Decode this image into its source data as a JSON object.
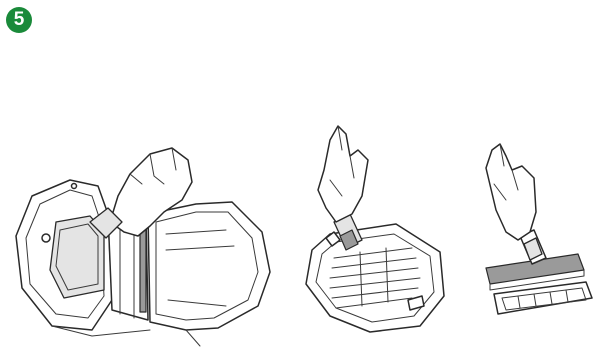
{
  "step": {
    "number": "5",
    "badge_color": "#1a8a3a"
  },
  "panels": [
    {
      "id": "remove-dustbin-filter",
      "icon": "robot-dustbin-open-icon"
    },
    {
      "id": "lift-filter-tray",
      "icon": "filter-tray-hand-icon"
    },
    {
      "id": "separate-filter-layers",
      "icon": "filter-layers-hand-icon"
    }
  ]
}
